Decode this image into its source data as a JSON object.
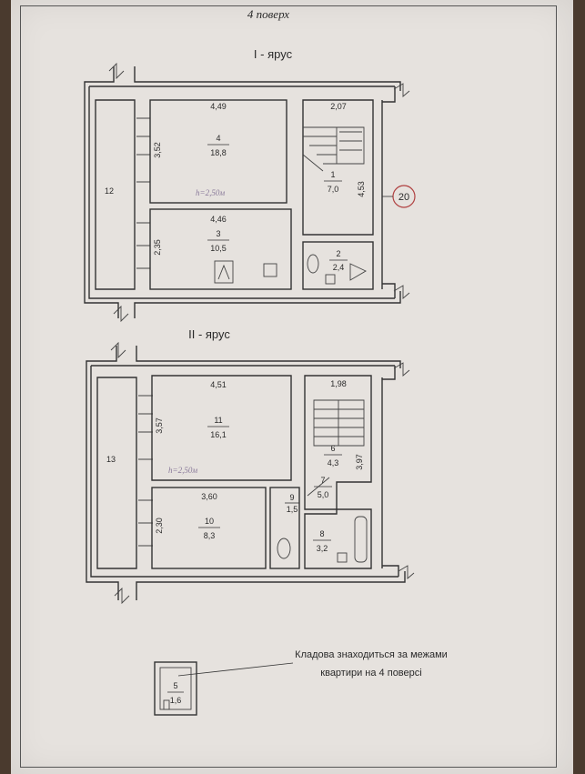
{
  "floor_title": "4 поверх",
  "tier1": {
    "title": "I - ярус",
    "rooms": [
      {
        "label": "12",
        "area": ""
      },
      {
        "label": "4",
        "area": "18,8",
        "width": "4,49",
        "depth": "3,52"
      },
      {
        "label": "3",
        "area": "10,5",
        "width": "4,46",
        "depth": "2,35"
      },
      {
        "label": "1",
        "area": "7,0",
        "depth": "4,53"
      },
      {
        "label": "2",
        "area": "2,4"
      }
    ],
    "stair_width": "2,07",
    "height_note": "h=2,50м",
    "plan_number": "20"
  },
  "tier2": {
    "title": "II - ярус",
    "rooms": [
      {
        "label": "13",
        "area": ""
      },
      {
        "label": "11",
        "area": "16,1",
        "width": "4,51",
        "depth": "3,57"
      },
      {
        "label": "10",
        "area": "8,3",
        "width": "3,60",
        "depth": "2,30"
      },
      {
        "label": "6",
        "area": "4,3"
      },
      {
        "label": "7",
        "area": "5,0"
      },
      {
        "label": "9",
        "area": "1,5"
      },
      {
        "label": "8",
        "area": "3,2"
      }
    ],
    "stair_width": "1,98",
    "stair_depth": "3,97",
    "height_note": "h=2,50м"
  },
  "storage": {
    "note_line1": "Кладова знаходиться за межами",
    "note_line2": "квартири на 4 поверсі",
    "label": "5",
    "area": "1,6"
  }
}
